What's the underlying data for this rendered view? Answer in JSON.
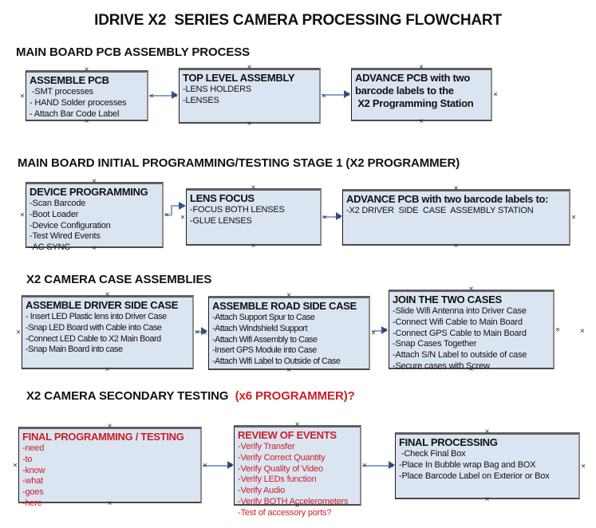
{
  "page": {
    "title": "IDRIVE X2  SERIES CAMERA PROCESSING FLOWCHART"
  },
  "colors": {
    "box_fill": "#dbe5f1",
    "box_border": "#1c1c1c",
    "red_text": "#cb2027",
    "connector_line": "#8aa2c8",
    "connector_head": "#33518e",
    "ink": "#111111"
  },
  "icons": {
    "connection_anchor": "×"
  },
  "sections": [
    {
      "heading": "MAIN BOARD PCB ASSEMBLY PROCESS",
      "heading_red": "",
      "boxes": [
        {
          "title": "ASSEMBLE PCB",
          "lines": [
            " -SMT processes",
            "- HAND Solder processes",
            "- Attach Bar Code Label"
          ]
        },
        {
          "title": "TOP LEVEL ASSEMBLY",
          "lines": [
            "-LENS HOLDERS",
            "-LENSES"
          ]
        },
        {
          "title": "ADVANCE PCB with two\nbarcode labels to the\n X2 Programming Station",
          "lines": []
        }
      ]
    },
    {
      "heading": "MAIN BOARD INITIAL PROGRAMMING/TESTING STAGE 1 (X2 PROGRAMMER)",
      "heading_red": "",
      "boxes": [
        {
          "title": "DEVICE PROGRAMMING",
          "lines": [
            "-Scan Barcode",
            "-Boot Loader",
            "-Device Configuration",
            "-Test Wired Events",
            "-AC SYNC"
          ]
        },
        {
          "title": "LENS FOCUS",
          "lines": [
            "-FOCUS BOTH LENSES",
            "-GLUE LENSES"
          ]
        },
        {
          "title": "ADVANCE PCB with two barcode labels to:",
          "lines": [
            "-X2 DRIVER  SIDE  CASE  ASSEMBLY STATION"
          ]
        }
      ]
    },
    {
      "heading": "X2 CAMERA CASE ASSEMBLIES",
      "heading_red": "",
      "boxes": [
        {
          "title": "ASSEMBLE DRIVER SIDE CASE",
          "lines": [
            "- Insert LED Plastic lens into Driver Case",
            "-Snap LED Board with Cable into Case",
            "-Connect LED Cable to X2 Main Board",
            "-Snap Main Board into case"
          ]
        },
        {
          "title": "ASSEMBLE ROAD SIDE CASE",
          "lines": [
            "-Attach Support Spur to Case",
            "-Attach Windshield Support",
            "-Attach Wifi Assembly to Case",
            "-Insert GPS Module into Case",
            "-Attach Wifi Label to Outside of Case"
          ]
        },
        {
          "title": "JOIN THE TWO CASES",
          "lines": [
            "-Slide Wifi Antenna into Driver Case",
            "-Connect Wifi Cable to Main Board",
            "-Connect GPS Cable to Main Board",
            "-Snap Cases Together",
            "-Attach S/N Label to outside of case",
            "-Secure cases with Screw"
          ]
        }
      ]
    },
    {
      "heading": "X2 CAMERA SECONDARY TESTING ",
      "heading_red": " (x6 PROGRAMMER)?",
      "boxes": [
        {
          "title": "FINAL PROGRAMMING / TESTING",
          "lines": [
            "-need",
            "-to",
            "-know",
            "-what",
            "-goes",
            "-here"
          ]
        },
        {
          "title": "REVIEW OF EVENTS",
          "lines": [
            "-Verify Transfer",
            "-Verify Correct Quantity",
            "-Verify Quality of Video",
            "-Verify LEDs function",
            "-Verify Audio",
            "-Verify BOTH Accelerometers",
            "-Test of accessory ports?"
          ]
        },
        {
          "title": "FINAL PROCESSING",
          "lines": [
            " -Check Final Box",
            "-Place In Bubble wrap Bag and BOX",
            "-Place Barcode Label on Exterior or Box"
          ]
        }
      ]
    }
  ]
}
